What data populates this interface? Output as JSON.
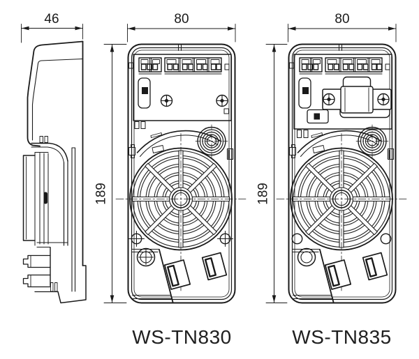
{
  "diagram": {
    "type": "technical-dimension-drawing",
    "views": {
      "side": {
        "dimension_width": "46"
      },
      "front_left": {
        "dimension_width": "80",
        "dimension_height": "189",
        "model": "WS-TN830"
      },
      "front_right": {
        "dimension_width": "80",
        "dimension_height": "189",
        "model": "WS-TN835"
      }
    },
    "colors": {
      "line": "#1a1a1a",
      "text": "#1a1a1a",
      "background": "#ffffff"
    }
  }
}
